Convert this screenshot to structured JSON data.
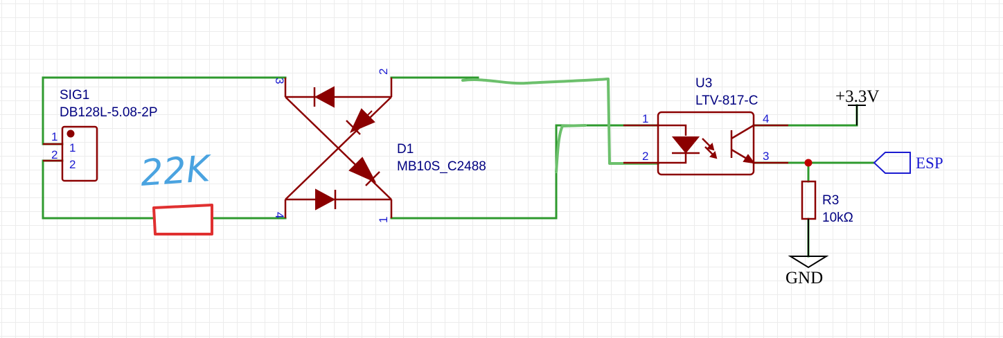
{
  "connector": {
    "designator": "SIG1",
    "value": "DB128L-5.08-2P",
    "pin1": "1",
    "pin2": "2",
    "inner_pin1": "1",
    "inner_pin2": "2"
  },
  "bridge": {
    "designator": "D1",
    "value": "MB10S_C2488",
    "pin1": "1",
    "pin2": "2",
    "pin3": "3",
    "pin4": "4"
  },
  "optocoupler": {
    "designator": "U3",
    "value": "LTV-817-C",
    "pin1": "1",
    "pin2": "2",
    "pin3": "3",
    "pin4": "4"
  },
  "resistor": {
    "designator": "R3",
    "value": "10kΩ"
  },
  "power": {
    "label": "+3.3V"
  },
  "ground": {
    "label": "GND"
  },
  "net_port": {
    "label": "ESP"
  },
  "handwritten": {
    "note": "22K"
  },
  "colors": {
    "wire": "#2e9a2e",
    "component": "#8b0000",
    "pin_text": "#1a1ad0",
    "handwriting_blue": "#4aa3e0",
    "handwriting_red": "#e03030",
    "handwriting_green": "#6cc06c"
  }
}
